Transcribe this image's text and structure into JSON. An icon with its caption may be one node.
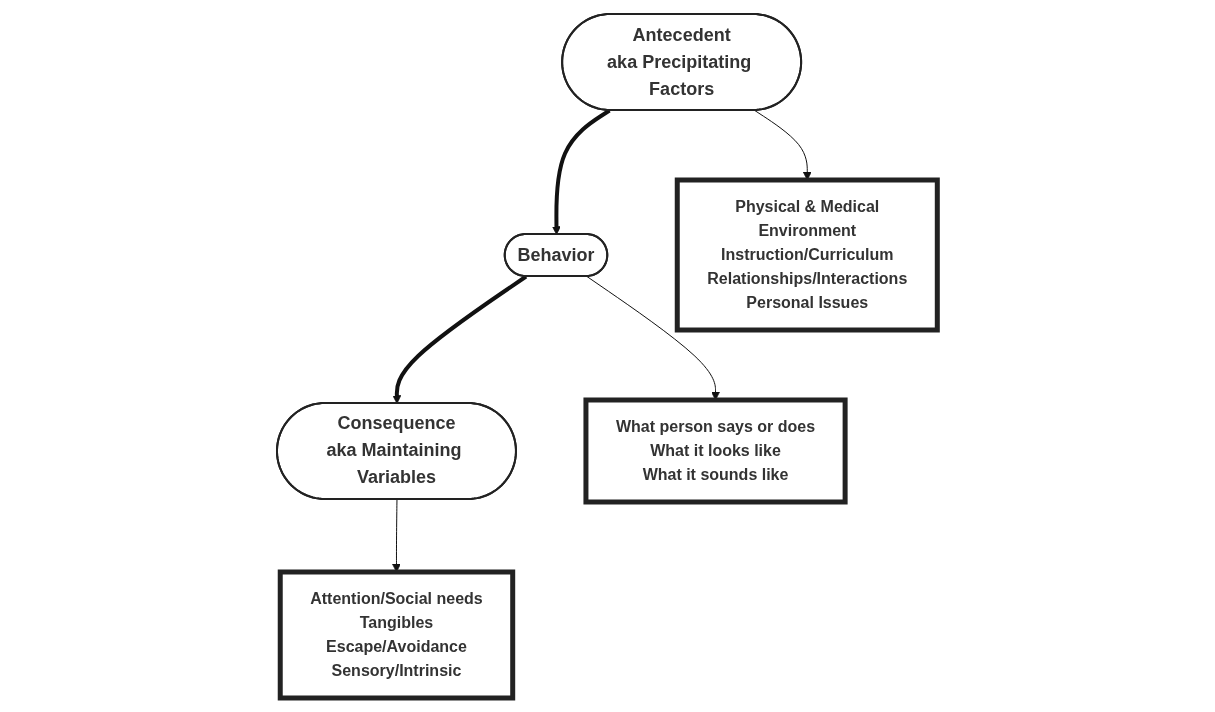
{
  "diagram": {
    "nodes": [
      {
        "text": [
          "Antecedent",
          "aka Precipitating Factors"
        ]
      },
      {
        "text": [
          "Behavior"
        ]
      },
      {
        "text": [
          "Consequence",
          "aka Maintaining Variables"
        ]
      },
      {
        "text": [
          "What person says or does",
          "What it looks like",
          "What it sounds like"
        ]
      },
      {
        "text": [
          "Physical & Medical",
          "Environment",
          "Instruction/Curriculum",
          "Relationships/Interactions",
          "Personal Issues"
        ]
      },
      {
        "text": [
          "Attention/Social needs",
          "Tangibles",
          "Escape/Avoidance",
          "Sensory/Intrinsic"
        ]
      }
    ],
    "edges": [
      {
        "from": 0,
        "to": 1,
        "arrow": "to",
        "style": "thick"
      },
      {
        "from": 1,
        "to": 2,
        "arrow": "to",
        "style": "thick"
      },
      {
        "from": 0,
        "to": 4,
        "arrow": "to"
      },
      {
        "from": 1,
        "to": 3,
        "arrow": "to"
      },
      {
        "from": 2,
        "to": 5,
        "arrow": "to"
      }
    ]
  }
}
